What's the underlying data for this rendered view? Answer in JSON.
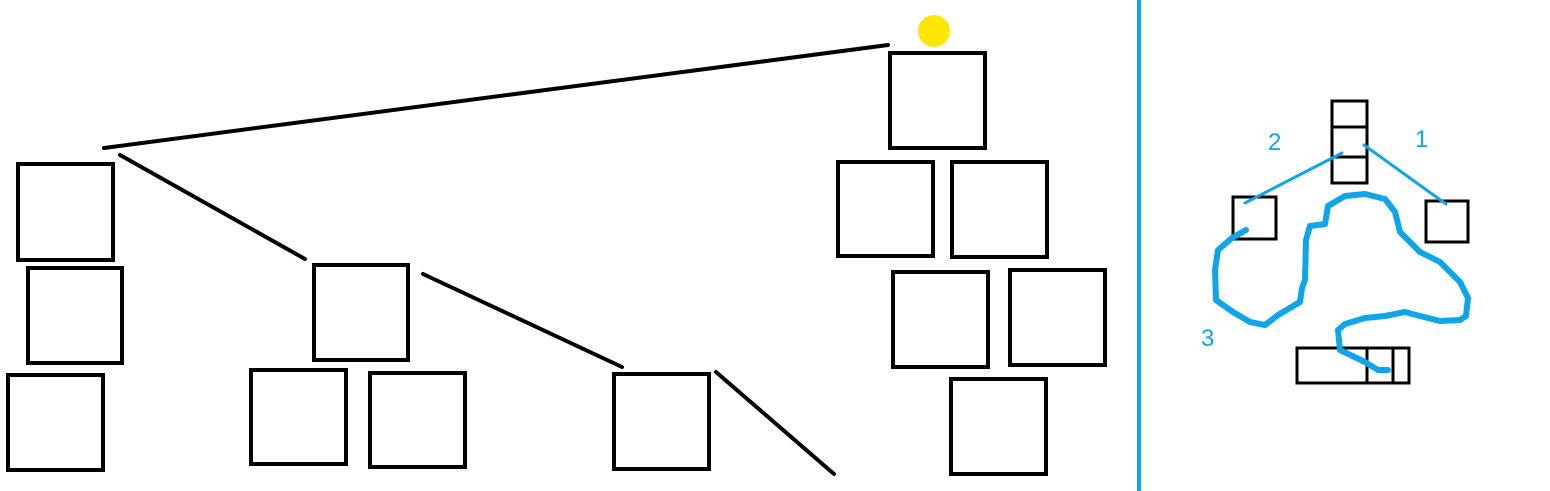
{
  "colors": {
    "background": "#ffffff",
    "stroke": "#000000",
    "accent_blue": "#0ea5e9",
    "marker_yellow": "#ffe600"
  },
  "labels": {
    "path_1": "1",
    "path_2": "2",
    "path_3": "3"
  }
}
